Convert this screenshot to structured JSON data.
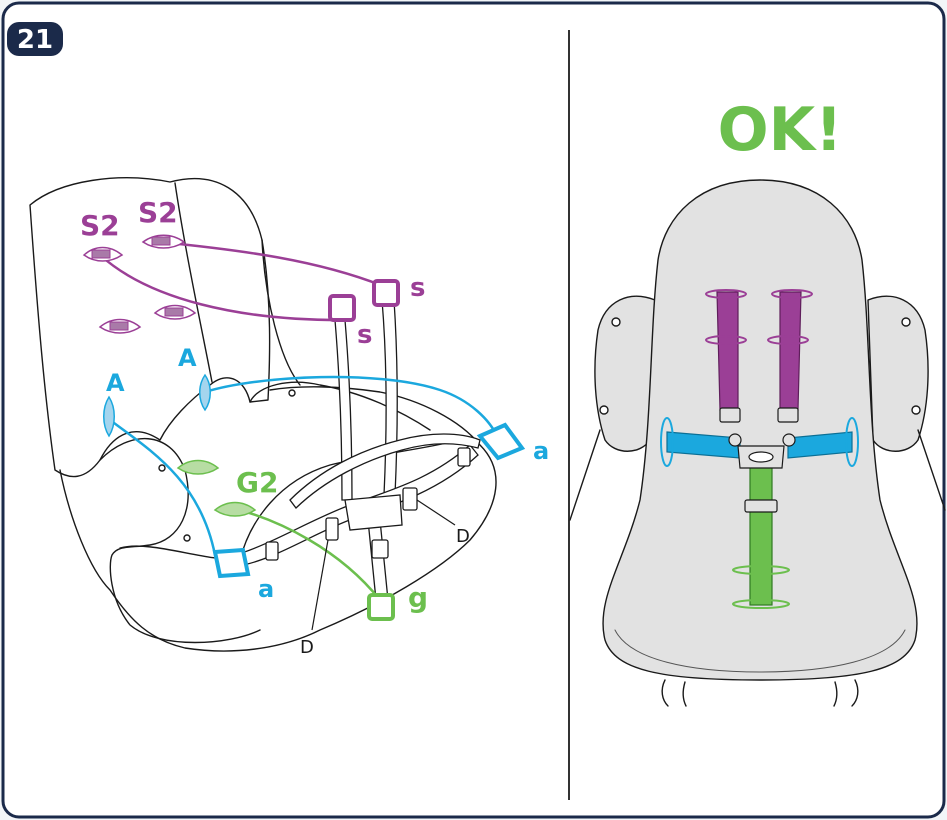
{
  "step_number": "21",
  "left_panel": {
    "labels": {
      "S2_left": "S2",
      "S2_right": "S2",
      "s_upper": "s",
      "s_lower": "s",
      "A_upper": "A",
      "A_left": "A",
      "a_right": "a",
      "a_lower": "a",
      "G2": "G2",
      "g": "g",
      "D_right": "D",
      "D_lower": "D"
    }
  },
  "right_panel": {
    "status_text": "OK!"
  },
  "colors": {
    "frame_border": "#1b2a4a",
    "badge_bg": "#1b2a4a",
    "purple": "#9b3f96",
    "blue": "#1ba8de",
    "green": "#6cbf4e",
    "seat_grey": "#e2e2e2",
    "line": "#1a1a1a"
  }
}
